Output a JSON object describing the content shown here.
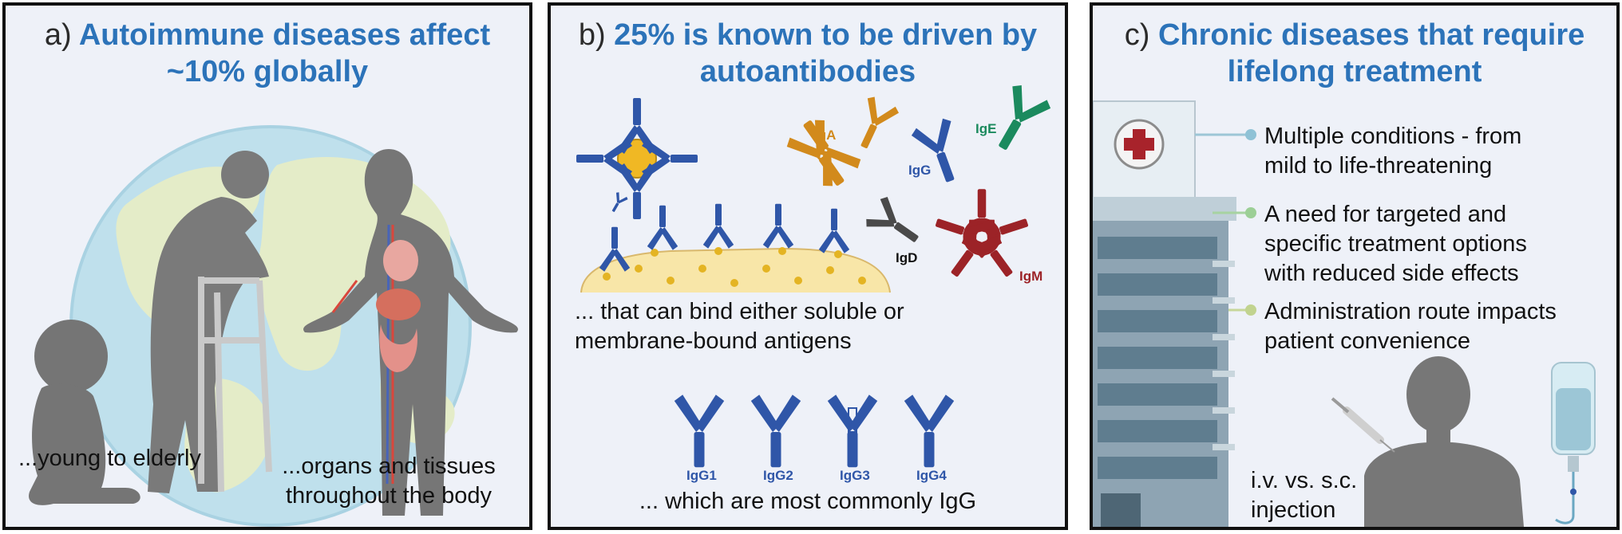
{
  "panels": {
    "a": {
      "letter": "a)",
      "title_line1": "Autoimmune diseases affect",
      "title_line2": "~10% globally",
      "caption_left": "...young to elderly",
      "caption_right_line1": "...organs and tissues",
      "caption_right_line2": "throughout the body"
    },
    "b": {
      "letter": "b)",
      "title_line1": "25% is known to be driven by",
      "title_line2": "autoantibodies",
      "isotypes": [
        "IgA",
        "IgG",
        "IgE",
        "IgD",
        "IgM"
      ],
      "caption1_line1": "... that can bind either soluble or",
      "caption1_line2": "membrane-bound antigens",
      "subclasses": [
        "IgG1",
        "IgG2",
        "IgG3",
        "IgG4"
      ],
      "caption2": "... which are most commonly IgG"
    },
    "c": {
      "letter": "c)",
      "title_line1": "Chronic diseases that require",
      "title_line2": "lifelong treatment",
      "bullets": [
        {
          "line1": "Multiple conditions - from",
          "line2": "mild to life-threatening",
          "line3": ""
        },
        {
          "line1": "A need for targeted and",
          "line2": "specific treatment options",
          "line3": "with reduced side effects"
        },
        {
          "line1": "Administration route impacts",
          "line2": "patient convenience",
          "line3": ""
        }
      ],
      "injection_line1": "i.v. vs. s.c.",
      "injection_line2": "injection"
    }
  },
  "colors": {
    "title_blue": "#2c73b9",
    "igg_blue": "#2f56a8",
    "iga_orange": "#d28a1c",
    "ige_green": "#1b8a5e",
    "igm_red": "#9c2327",
    "igd_gray": "#4a4a4a",
    "panel_bg": "#eef1f8"
  }
}
